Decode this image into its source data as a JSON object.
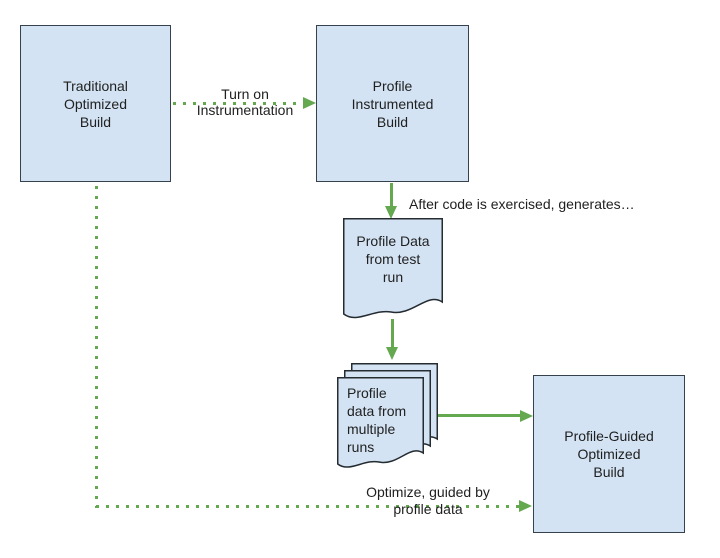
{
  "diagram": {
    "nodes": {
      "traditional": {
        "lines": [
          "Traditional",
          "Optimized",
          "Build"
        ]
      },
      "instrumented": {
        "lines": [
          "Profile",
          "Instrumented",
          "Build"
        ]
      },
      "pgo": {
        "lines": [
          "Profile-Guided",
          "Optimized",
          "Build"
        ]
      },
      "profile_data_single": {
        "lines": [
          "Profile Data",
          "from test",
          "run"
        ]
      },
      "profile_data_multiple": {
        "lines": [
          "Profile",
          "data from",
          "multiple",
          "runs"
        ]
      }
    },
    "edges": {
      "turn_on": {
        "lines": [
          "Turn on",
          "Instrumentation"
        ],
        "style": "dotted"
      },
      "after_exercise": {
        "label": "After code is exercised, generates…",
        "style": "solid"
      },
      "to_multiple_runs": {
        "style": "solid"
      },
      "to_pgo": {
        "style": "solid"
      },
      "optimize": {
        "lines": [
          "Optimize, guided by",
          "profile data"
        ],
        "style": "dotted"
      }
    }
  },
  "colors": {
    "arrow_green": "#64a850",
    "node_fill": "#d3e3f3",
    "node_border": "#35414c",
    "doc_border": "#242b31",
    "text_color": "#1f1f1f",
    "bg": "#ffffff"
  }
}
